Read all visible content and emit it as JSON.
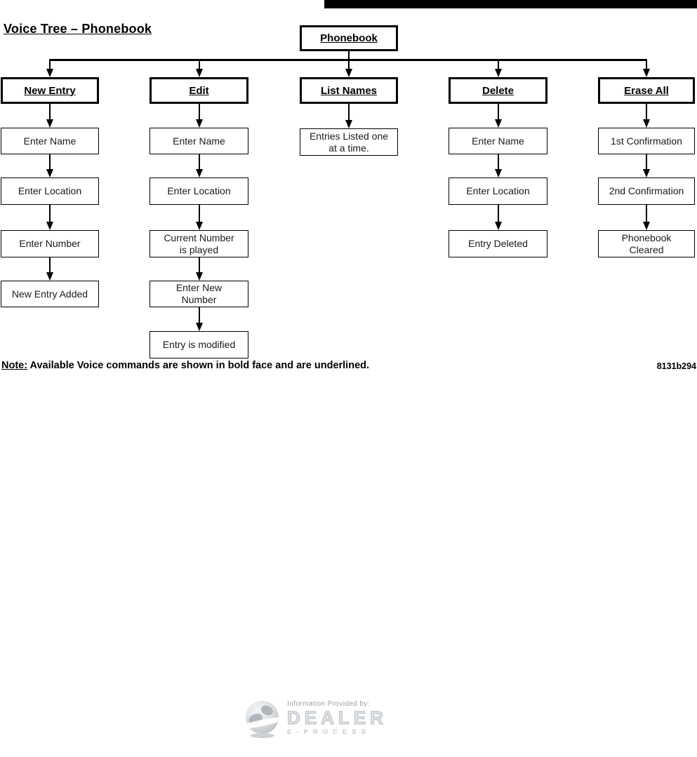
{
  "page": {
    "title": "Voice Tree – Phonebook",
    "doc_code": "8131b294",
    "note": {
      "label": "Note:",
      "text": " Available Voice commands are shown in bold face and are underlined."
    }
  },
  "tree": {
    "root": "Phonebook",
    "columns": [
      {
        "header": "New Entry",
        "children": [
          "Enter Name",
          "Enter Location",
          "Enter Number",
          "New Entry Added"
        ]
      },
      {
        "header": "Edit",
        "children": [
          "Enter Name",
          "Enter Location",
          "Current Number\nis played",
          "Enter New\nNumber",
          "Entry is modified"
        ]
      },
      {
        "header": "List Names",
        "children": [
          "Entries Listed one\nat a time."
        ]
      },
      {
        "header": "Delete",
        "children": [
          "Enter Name",
          "Enter Location",
          "Entry Deleted"
        ]
      },
      {
        "header": "Erase All",
        "children": [
          "1st Confirmation",
          "2nd Confirmation",
          "Phonebook\nCleared"
        ]
      }
    ]
  },
  "watermark": {
    "provided_by": "Information Provided by:",
    "brand": "DEALER",
    "sub_brand": "E-PROCESS"
  },
  "colors": {
    "line": "#000000",
    "watermark_gray": "#c3c7cb"
  }
}
